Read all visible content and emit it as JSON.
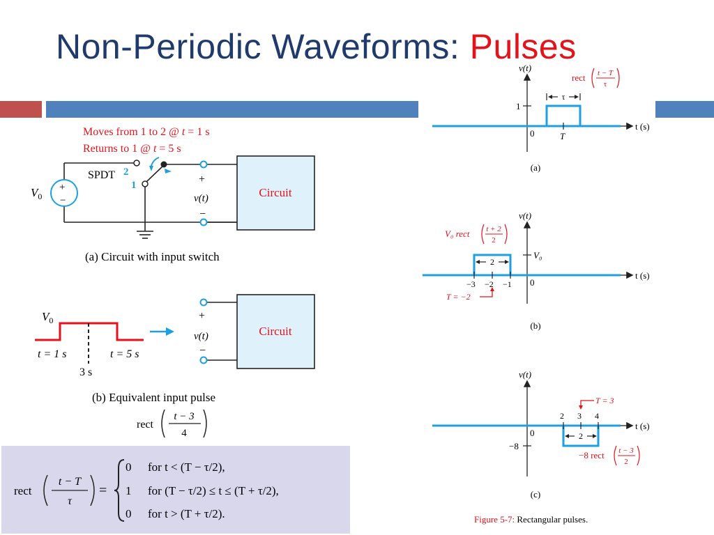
{
  "title": {
    "main": "Non-Periodic Waveforms:",
    "accent": "Pulses"
  },
  "colors": {
    "title": "#1f3a6b",
    "accent": "#e3121b",
    "bar_red": "#c0504d",
    "bar_blue": "#4f81bd",
    "wave": "#1ea0e0",
    "circuit_fill": "#dff1fb",
    "eq_box": "#d9d7ec"
  },
  "circuit_a": {
    "note_line1": "Moves from 1 to 2 @",
    "note_t1": "t",
    "note_tail1": "= 1 s",
    "note_line2": "Returns to 1 @",
    "note_t2": "t",
    "note_tail2": "= 5 s",
    "source": "V",
    "source_sub": "0",
    "plus": "+",
    "minus": "−",
    "switch": "SPDT",
    "pos2": "2",
    "pos1": "1",
    "v_label": "v(t)",
    "box": "Circuit",
    "caption": "(a) Circuit with input switch"
  },
  "circuit_b": {
    "v0": "V",
    "v0_sub": "0",
    "t_start": "t = 1 s",
    "t_end": "t = 5 s",
    "t_mid": "3 s",
    "plus": "+",
    "minus": "−",
    "v_label": "v(t)",
    "box": "Circuit",
    "caption": "(b) Equivalent input pulse",
    "rect_fn": "rect",
    "rect_num": "t − 3",
    "rect_den": "4"
  },
  "equation": {
    "lhs_fn": "rect",
    "lhs_num": "t − T",
    "lhs_den": "τ",
    "equals": "=",
    "rows": [
      {
        "value": "0",
        "cond": "for t < (T − τ/2),"
      },
      {
        "value": "1",
        "cond": "for (T − τ/2) ≤ t ≤ (T + τ/2),"
      },
      {
        "value": "0",
        "cond": "for t > (T + τ/2)."
      }
    ]
  },
  "plots": {
    "a": {
      "ylabel": "v(t)",
      "xlabel": "t (s)",
      "rect_fn": "rect",
      "rect_num": "t − T",
      "rect_den": "τ",
      "width_label": "τ",
      "tick_y": "1",
      "origin": "0",
      "center": "T",
      "caption": "(a)"
    },
    "b": {
      "ylabel": "v(t)",
      "xlabel": "t (s)",
      "rect_fn": "V₀ rect",
      "rect_num": "t + 2",
      "rect_den": "2",
      "width_label": "2",
      "level": "V₀",
      "ticks": [
        "−3",
        "−2",
        "−1"
      ],
      "origin": "0",
      "t_note": "T = −2",
      "caption": "(b)"
    },
    "c": {
      "ylabel": "v(t)",
      "xlabel": "t (s)",
      "rect_fn": "−8 rect",
      "rect_num": "t − 3",
      "rect_den": "2",
      "width_label": "2",
      "level": "−8",
      "ticks": [
        "2",
        "3",
        "4"
      ],
      "origin": "0",
      "t_note": "T = 3",
      "caption": "(c)"
    }
  },
  "figure_caption": {
    "label": "Figure 5-7:",
    "text": "Rectangular pulses."
  }
}
